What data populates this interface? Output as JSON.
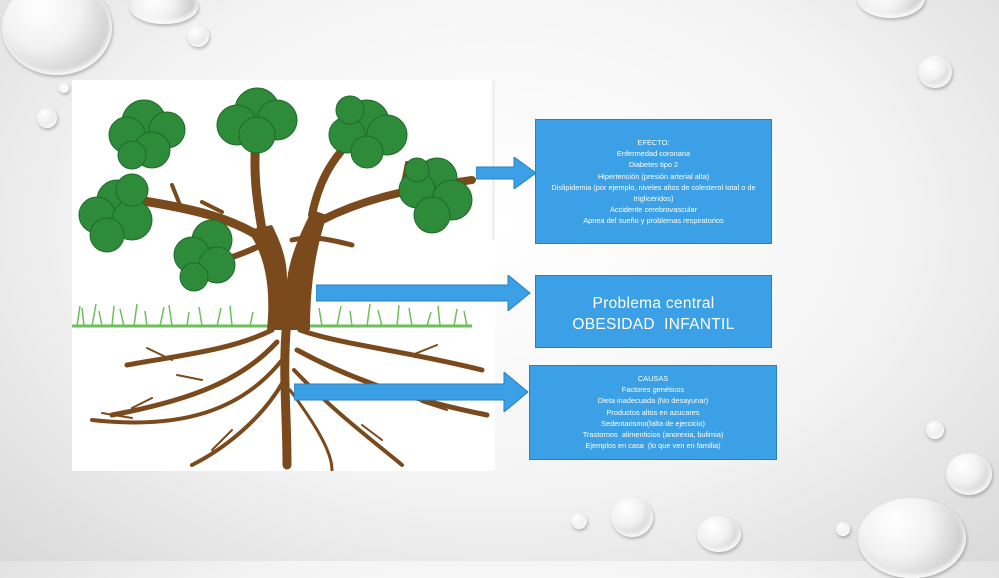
{
  "effects": {
    "title": "EFECTO:",
    "items": [
      "Enfermedad coronaria",
      "Diabetes tipo 2",
      "Hipertensión (presión arterial alta)",
      "Dislipidemia (por ejemplo, niveles altos de colesterol total o de",
      "triglicéridos)",
      "Accidente cerebrovascular",
      "Apnea del sueño y problemas respiratorios"
    ]
  },
  "central": {
    "label": "Problema central",
    "value": "OBESIDAD  INFANTIL"
  },
  "causes": {
    "title": "CAUSAS",
    "items": [
      "Factores genéticos",
      "Dieta inadecuada (No desayunar)",
      "Productos altos en azucares",
      "Sedentarismo(falta de ejercicio)",
      "Trastornos  alimenticios (anorexia, bulimia)",
      "Ejemplos en casa  (lo que ven en familia)"
    ]
  },
  "colors": {
    "box_fill": "#3ba0e6",
    "foliage": "#2e8b3a",
    "trunk": "#7a4a1c",
    "grass": "#6dbf5a"
  }
}
